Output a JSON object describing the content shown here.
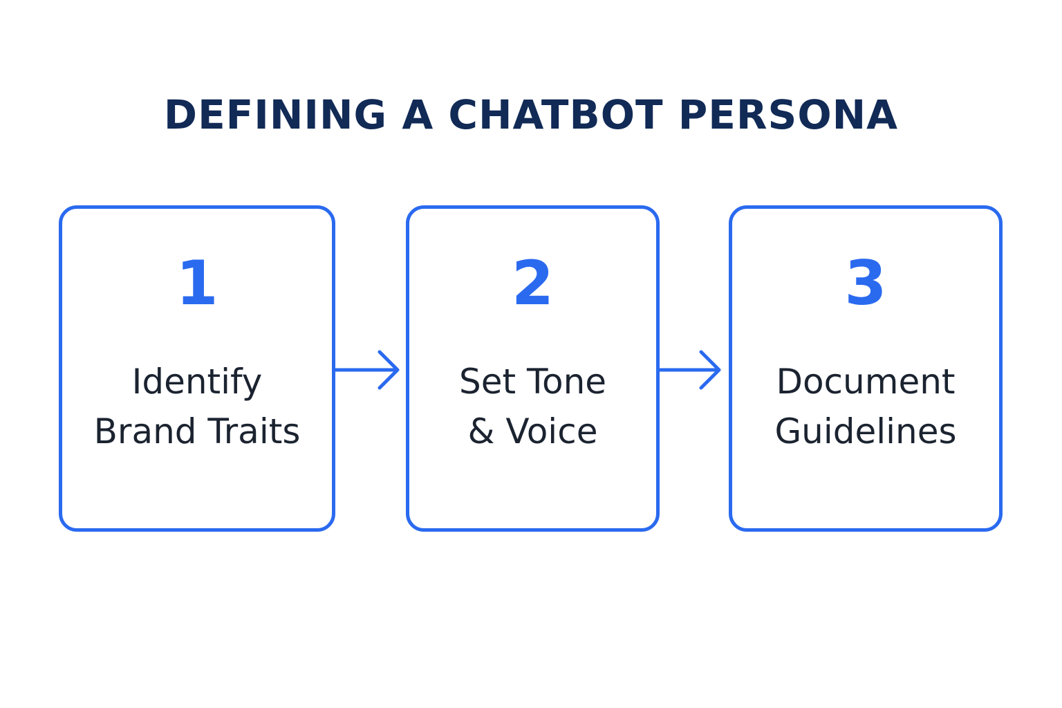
{
  "title": "DEFINING A CHATBOT PERSONA",
  "colors": {
    "title": "#112a56",
    "accent": "#2a6aef",
    "text": "#1b2330",
    "background": "#ffffff"
  },
  "steps": [
    {
      "number": "1",
      "label_line1": "Identify",
      "label_line2": "Brand Traits"
    },
    {
      "number": "2",
      "label_line1": "Set Tone",
      "label_line2": "& Voice"
    },
    {
      "number": "3",
      "label_line1": "Document",
      "label_line2": "Guidelines"
    }
  ],
  "connectors": [
    "arrow-right-icon",
    "arrow-right-icon"
  ]
}
